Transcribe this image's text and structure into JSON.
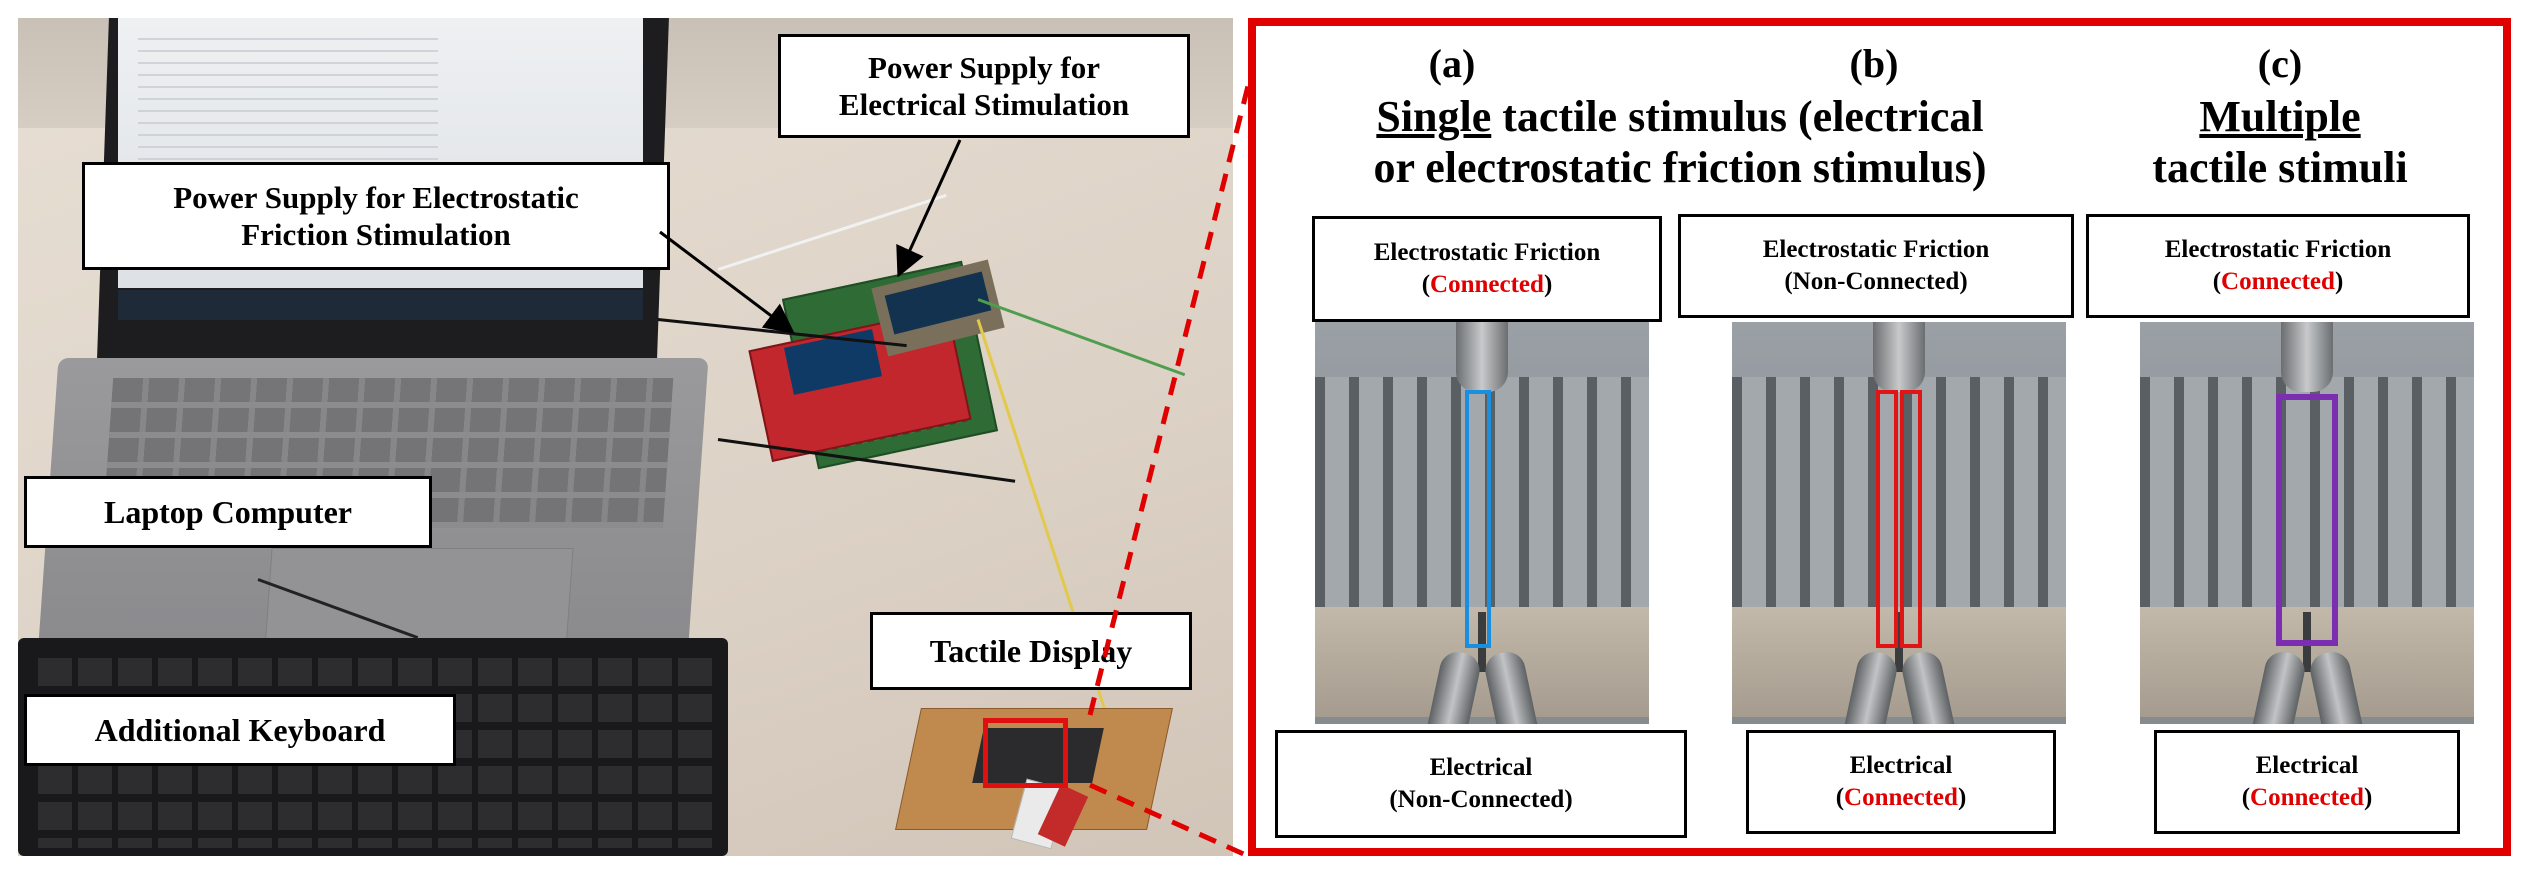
{
  "photo_labels": {
    "power_supply_electrical": [
      "Power Supply for",
      "Electrical Stimulation"
    ],
    "power_supply_electrostatic": [
      "Power Supply for Electrostatic",
      "Friction Stimulation"
    ],
    "laptop": "Laptop Computer",
    "keyboard": "Additional Keyboard",
    "tactile_display": "Tactile Display"
  },
  "panel": {
    "columns": [
      {
        "letter": "(a)",
        "top_label": "Electrostatic Friction",
        "top_state": "Connected",
        "top_state_connected": true,
        "bottom_label": "Electrical",
        "bottom_state": "Non-Connected",
        "bottom_state_connected": false,
        "highlight_color": "#1a8fe0"
      },
      {
        "letter": "(b)",
        "top_label": "Electrostatic Friction",
        "top_state": "Non-Connected",
        "top_state_connected": false,
        "bottom_label": "Electrical",
        "bottom_state": "Connected",
        "bottom_state_connected": true,
        "highlight_color": "#e01515"
      },
      {
        "letter": "(c)",
        "top_label": "Electrostatic Friction",
        "top_state": "Connected",
        "top_state_connected": true,
        "bottom_label": "Electrical",
        "bottom_state": "Connected",
        "bottom_state_connected": true,
        "highlight_color": "#7b2fb0"
      }
    ],
    "heading_single": {
      "underlined": "Single",
      "rest_line1": " tactile stimulus (electrical",
      "line2": "or electrostatic friction stimulus)"
    },
    "heading_multiple": {
      "underlined": "Multiple",
      "line2": "tactile stimuli"
    },
    "paren_open": "(",
    "paren_close": ")"
  },
  "colors": {
    "frame_red": "#e00000",
    "connected_red": "#e00000"
  }
}
